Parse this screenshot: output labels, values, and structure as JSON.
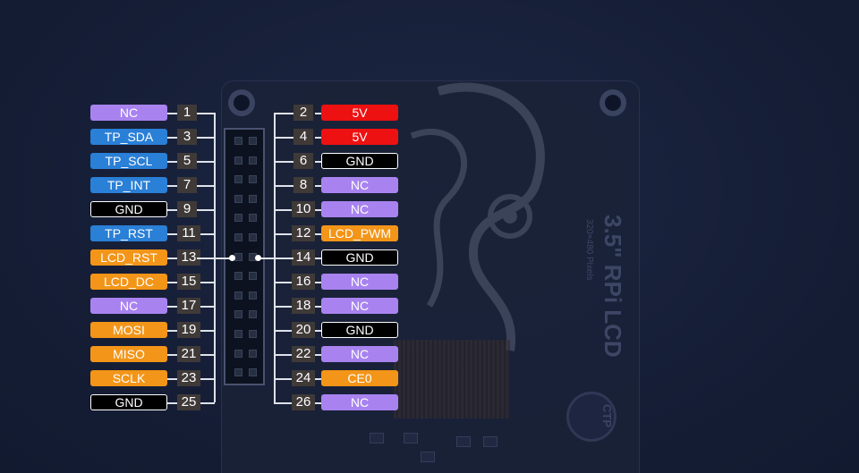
{
  "board": {
    "model_text": "3.5\" RPi LCD",
    "resolution_text": "320×480 Pixels",
    "ctp_text": "CTP",
    "colors": {
      "background": "#17203a",
      "board": "#1a2238"
    }
  },
  "pin_colors": {
    "NC": "#a883f0",
    "TP": "#2a7fd6",
    "LCD": "#f39518",
    "GND": "#000000",
    "5V": "#ee1111"
  },
  "left_pins": [
    {
      "num": "1",
      "label": "NC",
      "type": "nc"
    },
    {
      "num": "3",
      "label": "TP_SDA",
      "type": "tp"
    },
    {
      "num": "5",
      "label": "TP_SCL",
      "type": "tp"
    },
    {
      "num": "7",
      "label": "TP_INT",
      "type": "tp"
    },
    {
      "num": "9",
      "label": "GND",
      "type": "gnd"
    },
    {
      "num": "11",
      "label": "TP_RST",
      "type": "tp"
    },
    {
      "num": "13",
      "label": "LCD_RST",
      "type": "lcd"
    },
    {
      "num": "15",
      "label": "LCD_DC",
      "type": "lcd"
    },
    {
      "num": "17",
      "label": "NC",
      "type": "nc"
    },
    {
      "num": "19",
      "label": "MOSI",
      "type": "lcd"
    },
    {
      "num": "21",
      "label": "MISO",
      "type": "lcd"
    },
    {
      "num": "23",
      "label": "SCLK",
      "type": "lcd"
    },
    {
      "num": "25",
      "label": "GND",
      "type": "gnd"
    }
  ],
  "right_pins": [
    {
      "num": "2",
      "label": "5V",
      "type": "5v"
    },
    {
      "num": "4",
      "label": "5V",
      "type": "5v"
    },
    {
      "num": "6",
      "label": "GND",
      "type": "gnd"
    },
    {
      "num": "8",
      "label": "NC",
      "type": "nc"
    },
    {
      "num": "10",
      "label": "NC",
      "type": "nc"
    },
    {
      "num": "12",
      "label": "LCD_PWM",
      "type": "lcd"
    },
    {
      "num": "14",
      "label": "GND",
      "type": "gnd"
    },
    {
      "num": "16",
      "label": "NC",
      "type": "nc"
    },
    {
      "num": "18",
      "label": "NC",
      "type": "nc"
    },
    {
      "num": "20",
      "label": "GND",
      "type": "gnd"
    },
    {
      "num": "22",
      "label": "NC",
      "type": "nc"
    },
    {
      "num": "24",
      "label": "CE0",
      "type": "lcd"
    },
    {
      "num": "26",
      "label": "NC",
      "type": "nc"
    }
  ]
}
